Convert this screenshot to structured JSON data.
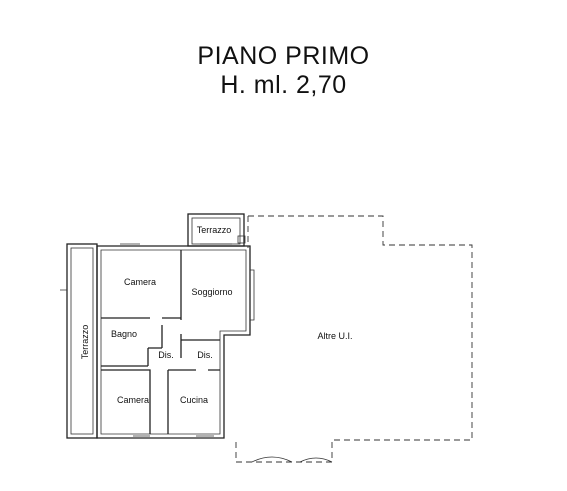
{
  "header": {
    "title": "PIANO PRIMO",
    "height": "H. ml. 2,70"
  },
  "rooms": {
    "camera_top": "Camera",
    "soggiorno": "Soggiorno",
    "bagno": "Bagno",
    "dis_left": "Dis.",
    "dis_right": "Dis.",
    "camera_bottom": "Camera",
    "cucina": "Cucina",
    "terrazzo_top": "Terrazzo",
    "terrazzo_side": "Terrazzo",
    "altre_ui": "Altre U.I."
  },
  "colors": {
    "line": "#222222",
    "background": "#ffffff"
  }
}
